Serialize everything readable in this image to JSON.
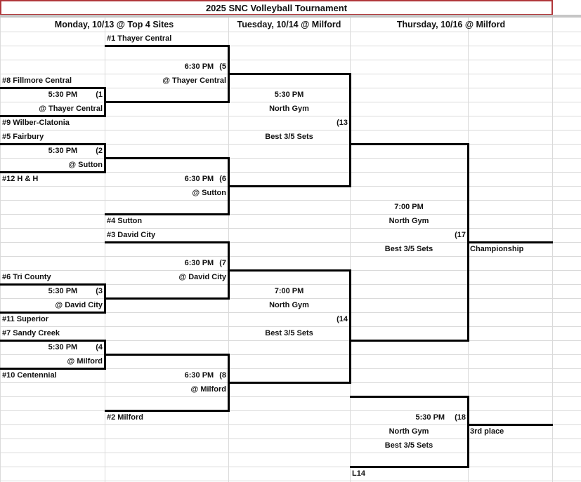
{
  "title": "2025 SNC Volleyball Tournament",
  "headers": {
    "monday": "Monday, 10/13 @ Top 4 Sites",
    "tuesday": "Tuesday, 10/14 @ Milford",
    "thursday": "Thursday, 10/16 @ Milford"
  },
  "round1": [
    {
      "top_team": "#8 Fillmore Central",
      "time": "5:30 PM",
      "game": "(1",
      "site": "@ Thayer Central",
      "bottom_team": "#9 Wilber-Clatonia"
    },
    {
      "top_team": "#5 Fairbury",
      "time": "5:30 PM",
      "game": "(2",
      "site": "@ Sutton",
      "bottom_team": "#12 H & H"
    },
    {
      "top_team": "#6 Tri County",
      "time": "5:30 PM",
      "game": "(3",
      "site": "@ David City",
      "bottom_team": "#11 Superior"
    },
    {
      "top_team": "#7 Sandy Creek",
      "time": "5:30 PM",
      "game": "(4",
      "site": "@ Milford",
      "bottom_team": "#10 Centennial"
    }
  ],
  "round2": [
    {
      "top_team": "#1 Thayer Central",
      "time": "6:30 PM",
      "game": "(5",
      "site": "@ Thayer Central"
    },
    {
      "time": "6:30 PM",
      "game": "(6",
      "site": "@ Sutton",
      "bottom_team": "#4 Sutton"
    },
    {
      "top_team": "#3 David City",
      "time": "6:30 PM",
      "game": "(7",
      "site": "@ David City"
    },
    {
      "time": "6:30 PM",
      "game": "(8",
      "site": "@ Milford",
      "bottom_team": "#2 Milford"
    }
  ],
  "semis": [
    {
      "time": "5:30 PM",
      "location": "North Gym",
      "game": "(13",
      "format": "Best 3/5 Sets"
    },
    {
      "time": "7:00 PM",
      "location": "North Gym",
      "game": "(14",
      "format": "Best 3/5 Sets"
    }
  ],
  "championship": {
    "time": "7:00 PM",
    "location": "North Gym",
    "game": "(17",
    "format": "Best 3/5 Sets",
    "label": "Championship"
  },
  "third_place": {
    "time": "5:30 PM",
    "game": "(18",
    "location": "North Gym",
    "format": "Best 3/5 Sets",
    "label": "3rd place",
    "bottom_team": "L14"
  }
}
